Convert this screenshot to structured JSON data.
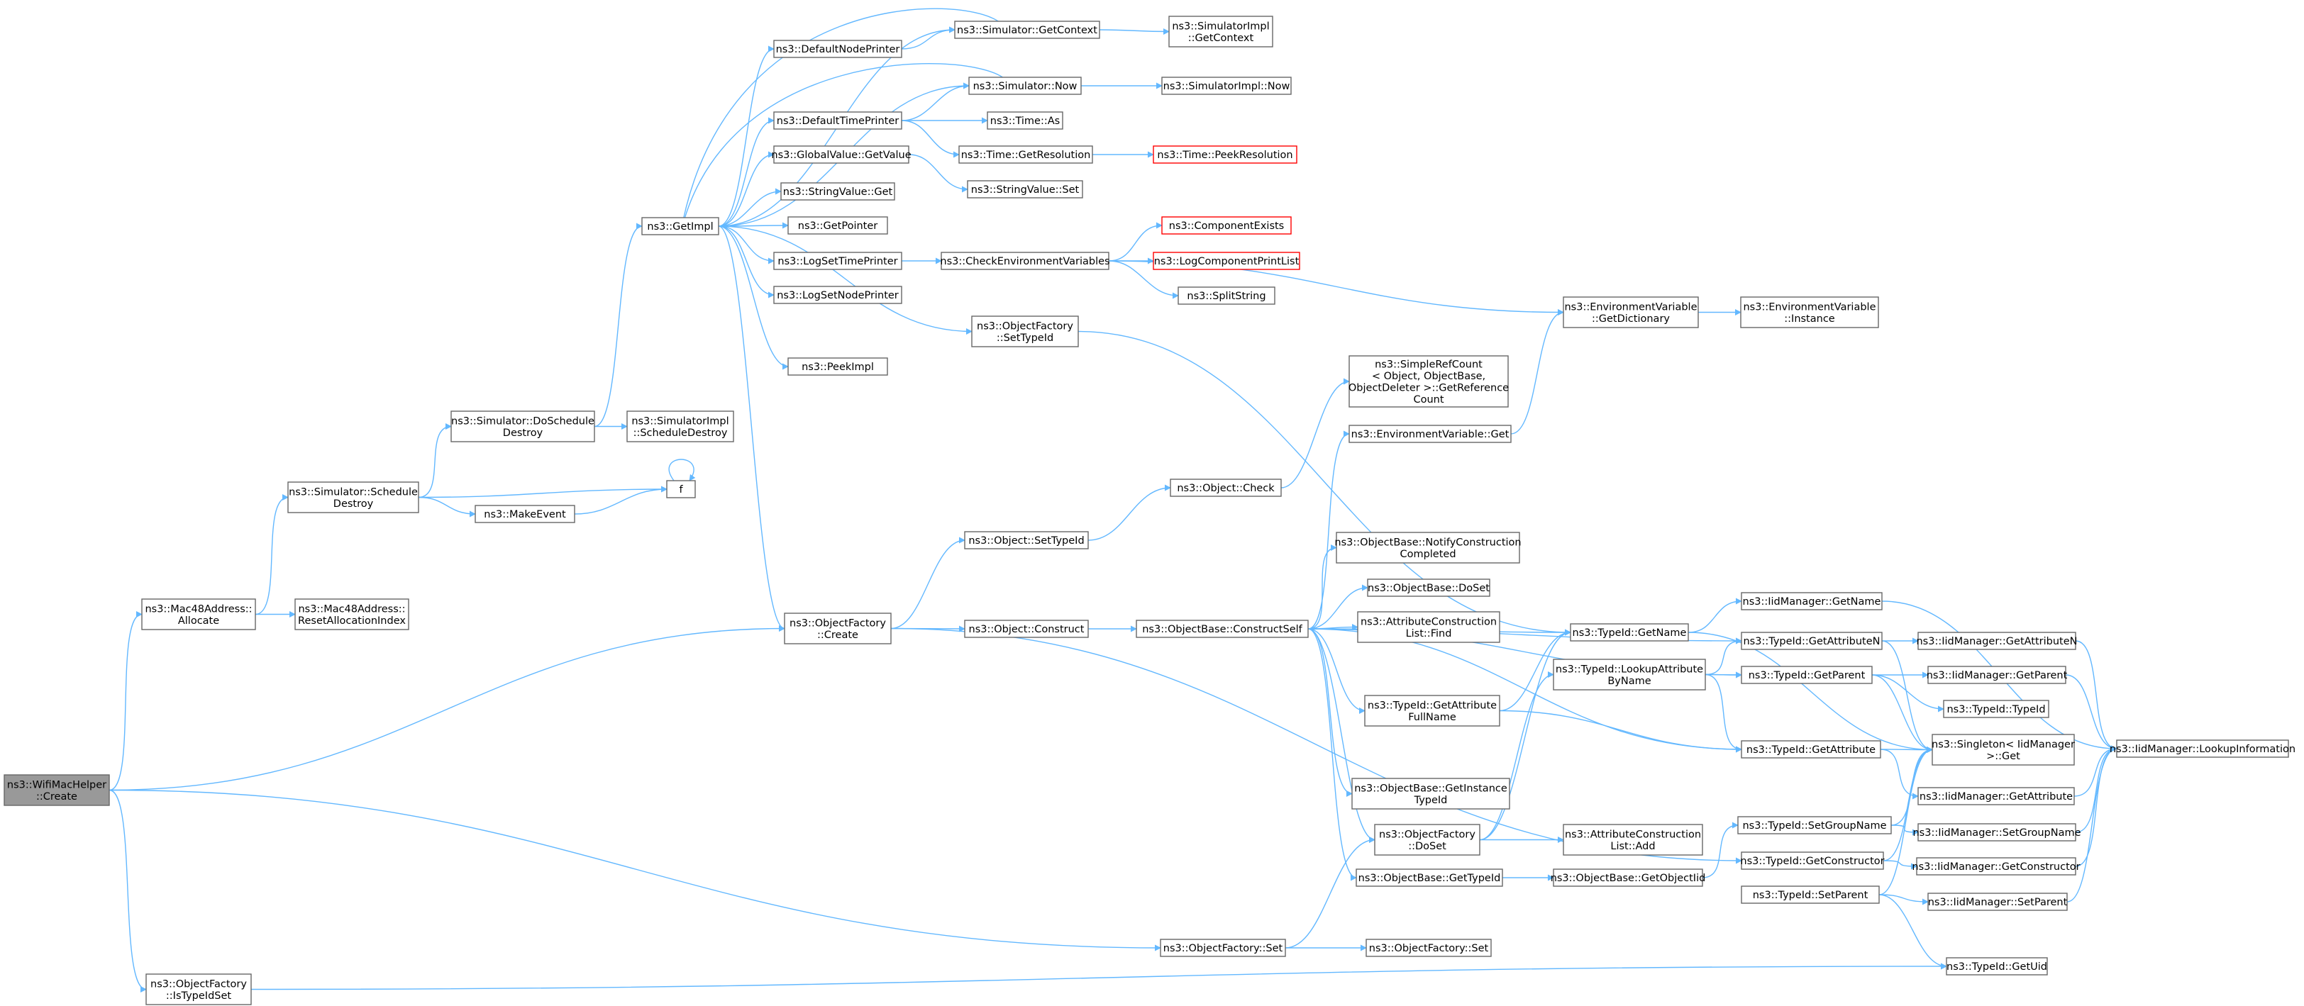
{
  "colors": {
    "edge": "#63b8ff",
    "node_border": "#666666",
    "root_fill": "#999999",
    "missing_border": "#ff0000"
  },
  "nodes": [
    {
      "id": "root",
      "lines": [
        "ns3::WifiMacHelper",
        "::Create"
      ],
      "style": "root"
    },
    {
      "id": "mac_alloc",
      "lines": [
        "ns3::Mac48Address::",
        "Allocate"
      ]
    },
    {
      "id": "mac_reset",
      "lines": [
        "ns3::Mac48Address::",
        "ResetAllocationIndex"
      ]
    },
    {
      "id": "sim_sched",
      "lines": [
        "ns3::Simulator::Schedule",
        "Destroy"
      ]
    },
    {
      "id": "sim_dosched",
      "lines": [
        "ns3::Simulator::DoSchedule",
        "Destroy"
      ]
    },
    {
      "id": "impl_sched",
      "lines": [
        "ns3::SimulatorImpl",
        "::ScheduleDestroy"
      ]
    },
    {
      "id": "makeevent",
      "lines": [
        "ns3::MakeEvent"
      ]
    },
    {
      "id": "f",
      "lines": [
        "f"
      ]
    },
    {
      "id": "getimpl",
      "lines": [
        "ns3::GetImpl"
      ]
    },
    {
      "id": "defnode",
      "lines": [
        "ns3::DefaultNodePrinter"
      ]
    },
    {
      "id": "sim_getctx",
      "lines": [
        "ns3::Simulator::GetContext"
      ]
    },
    {
      "id": "impl_getctx",
      "lines": [
        "ns3::SimulatorImpl",
        "::GetContext"
      ]
    },
    {
      "id": "sim_now",
      "lines": [
        "ns3::Simulator::Now"
      ]
    },
    {
      "id": "impl_now",
      "lines": [
        "ns3::SimulatorImpl::Now"
      ]
    },
    {
      "id": "deftime",
      "lines": [
        "ns3::DefaultTimePrinter"
      ]
    },
    {
      "id": "time_as",
      "lines": [
        "ns3::Time::As"
      ]
    },
    {
      "id": "time_getres",
      "lines": [
        "ns3::Time::GetResolution"
      ]
    },
    {
      "id": "time_peek",
      "lines": [
        "ns3::Time::PeekResolution"
      ],
      "style": "red"
    },
    {
      "id": "gv_get",
      "lines": [
        "ns3::GlobalValue::GetValue"
      ]
    },
    {
      "id": "sv_set",
      "lines": [
        "ns3::StringValue::Set"
      ]
    },
    {
      "id": "sv_get",
      "lines": [
        "ns3::StringValue::Get"
      ]
    },
    {
      "id": "getptr",
      "lines": [
        "ns3::GetPointer"
      ]
    },
    {
      "id": "logtime",
      "lines": [
        "ns3::LogSetTimePrinter"
      ]
    },
    {
      "id": "checkenv",
      "lines": [
        "ns3::CheckEnvironmentVariables"
      ]
    },
    {
      "id": "compexists",
      "lines": [
        "ns3::ComponentExists"
      ],
      "style": "red"
    },
    {
      "id": "logcomp",
      "lines": [
        "ns3::LogComponentPrintList"
      ],
      "style": "red"
    },
    {
      "id": "splitstr",
      "lines": [
        "ns3::SplitString"
      ]
    },
    {
      "id": "lognode",
      "lines": [
        "ns3::LogSetNodePrinter"
      ]
    },
    {
      "id": "of_settid",
      "lines": [
        "ns3::ObjectFactory",
        "::SetTypeId"
      ]
    },
    {
      "id": "peekimpl",
      "lines": [
        "ns3::PeekImpl"
      ]
    },
    {
      "id": "ev_getdict",
      "lines": [
        "ns3::EnvironmentVariable",
        "::GetDictionary"
      ]
    },
    {
      "id": "ev_instance",
      "lines": [
        "ns3::EnvironmentVariable",
        "::Instance"
      ]
    },
    {
      "id": "simplerefcount",
      "lines": [
        "ns3::SimpleRefCount",
        "< Object, ObjectBase,",
        "ObjectDeleter >::GetReference",
        "Count"
      ]
    },
    {
      "id": "ev_get",
      "lines": [
        "ns3::EnvironmentVariable::Get"
      ]
    },
    {
      "id": "obj_check",
      "lines": [
        "ns3::Object::Check"
      ]
    },
    {
      "id": "obj_settid",
      "lines": [
        "ns3::Object::SetTypeId"
      ]
    },
    {
      "id": "of_create",
      "lines": [
        "ns3::ObjectFactory",
        "::Create"
      ]
    },
    {
      "id": "obj_construct",
      "lines": [
        "ns3::Object::Construct"
      ]
    },
    {
      "id": "ob_construct",
      "lines": [
        "ns3::ObjectBase::ConstructSelf"
      ]
    },
    {
      "id": "ob_notify",
      "lines": [
        "ns3::ObjectBase::NotifyConstruction",
        "Completed"
      ]
    },
    {
      "id": "ob_doset",
      "lines": [
        "ns3::ObjectBase::DoSet"
      ]
    },
    {
      "id": "acl_find",
      "lines": [
        "ns3::AttributeConstruction",
        "List::Find"
      ]
    },
    {
      "id": "tid_getname",
      "lines": [
        "ns3::TypeId::GetName"
      ]
    },
    {
      "id": "tid_lookup",
      "lines": [
        "ns3::TypeId::LookupAttribute",
        "ByName"
      ]
    },
    {
      "id": "tid_getattrfull",
      "lines": [
        "ns3::TypeId::GetAttribute",
        "FullName"
      ]
    },
    {
      "id": "ob_getinst",
      "lines": [
        "ns3::ObjectBase::GetInstance",
        "TypeId"
      ]
    },
    {
      "id": "of_doset",
      "lines": [
        "ns3::ObjectFactory",
        "::DoSet"
      ]
    },
    {
      "id": "ob_gettid",
      "lines": [
        "ns3::ObjectBase::GetTypeId"
      ]
    },
    {
      "id": "acl_add",
      "lines": [
        "ns3::AttributeConstruction",
        "List::Add"
      ]
    },
    {
      "id": "ob_getoid",
      "lines": [
        "ns3::ObjectBase::GetObjectIid"
      ]
    },
    {
      "id": "of_set1",
      "lines": [
        "ns3::ObjectFactory::Set"
      ]
    },
    {
      "id": "of_set2",
      "lines": [
        "ns3::ObjectFactory::Set"
      ]
    },
    {
      "id": "of_istidset",
      "lines": [
        "ns3::ObjectFactory",
        "::IsTypeIdSet"
      ]
    },
    {
      "id": "iid_getname",
      "lines": [
        "ns3::IidManager::GetName"
      ]
    },
    {
      "id": "tid_getattrn",
      "lines": [
        "ns3::TypeId::GetAttributeN"
      ]
    },
    {
      "id": "iid_getattrn",
      "lines": [
        "ns3::IidManager::GetAttributeN"
      ]
    },
    {
      "id": "tid_getparent",
      "lines": [
        "ns3::TypeId::GetParent"
      ]
    },
    {
      "id": "iid_getparent",
      "lines": [
        "ns3::IidManager::GetParent"
      ]
    },
    {
      "id": "tid_typeid",
      "lines": [
        "ns3::TypeId::TypeId"
      ]
    },
    {
      "id": "tid_getattr",
      "lines": [
        "ns3::TypeId::GetAttribute"
      ]
    },
    {
      "id": "singleton",
      "lines": [
        "ns3::Singleton< IidManager",
        ">::Get"
      ]
    },
    {
      "id": "iid_lookup",
      "lines": [
        "ns3::IidManager::LookupInformation"
      ]
    },
    {
      "id": "iid_getattr",
      "lines": [
        "ns3::IidManager::GetAttribute"
      ]
    },
    {
      "id": "tid_setgroup",
      "lines": [
        "ns3::TypeId::SetGroupName"
      ]
    },
    {
      "id": "iid_setgroup",
      "lines": [
        "ns3::IidManager::SetGroupName"
      ]
    },
    {
      "id": "tid_getctor",
      "lines": [
        "ns3::TypeId::GetConstructor"
      ]
    },
    {
      "id": "iid_getctor",
      "lines": [
        "ns3::IidManager::GetConstructor"
      ]
    },
    {
      "id": "tid_setparent",
      "lines": [
        "ns3::TypeId::SetParent"
      ]
    },
    {
      "id": "iid_setparent",
      "lines": [
        "ns3::IidManager::SetParent"
      ]
    },
    {
      "id": "tid_getuid",
      "lines": [
        "ns3::TypeId::GetUid"
      ]
    }
  ],
  "edges": [
    [
      "root",
      "mac_alloc"
    ],
    [
      "root",
      "of_create"
    ],
    [
      "root",
      "of_set1"
    ],
    [
      "root",
      "of_istidset"
    ],
    [
      "mac_alloc",
      "mac_reset"
    ],
    [
      "mac_alloc",
      "sim_sched"
    ],
    [
      "sim_sched",
      "sim_dosched"
    ],
    [
      "sim_sched",
      "makeevent"
    ],
    [
      "sim_sched",
      "f"
    ],
    [
      "sim_dosched",
      "getimpl"
    ],
    [
      "sim_dosched",
      "impl_sched"
    ],
    [
      "makeevent",
      "f"
    ],
    [
      "f",
      "f"
    ],
    [
      "getimpl",
      "defnode"
    ],
    [
      "getimpl",
      "sim_getctx"
    ],
    [
      "getimpl",
      "sim_now"
    ],
    [
      "getimpl",
      "deftime"
    ],
    [
      "getimpl",
      "gv_get"
    ],
    [
      "getimpl",
      "sv_get"
    ],
    [
      "getimpl",
      "getptr"
    ],
    [
      "getimpl",
      "logtime"
    ],
    [
      "getimpl",
      "lognode"
    ],
    [
      "getimpl",
      "of_settid"
    ],
    [
      "getimpl",
      "peekimpl"
    ],
    [
      "getimpl",
      "of_create"
    ],
    [
      "defnode",
      "sim_getctx"
    ],
    [
      "sim_getctx",
      "impl_getctx"
    ],
    [
      "sim_getctx",
      "getimpl"
    ],
    [
      "sim_now",
      "impl_now"
    ],
    [
      "sim_now",
      "getimpl"
    ],
    [
      "deftime",
      "sim_now"
    ],
    [
      "deftime",
      "time_as"
    ],
    [
      "deftime",
      "time_getres"
    ],
    [
      "time_getres",
      "time_peek"
    ],
    [
      "gv_get",
      "sv_set"
    ],
    [
      "logtime",
      "checkenv"
    ],
    [
      "checkenv",
      "compexists"
    ],
    [
      "checkenv",
      "logcomp"
    ],
    [
      "checkenv",
      "splitstr"
    ],
    [
      "checkenv",
      "ev_getdict"
    ],
    [
      "ev_getdict",
      "ev_instance"
    ],
    [
      "of_settid",
      "tid_getname"
    ],
    [
      "of_create",
      "obj_settid"
    ],
    [
      "of_create",
      "obj_construct"
    ],
    [
      "of_create",
      "tid_getctor"
    ],
    [
      "obj_settid",
      "obj_check"
    ],
    [
      "obj_check",
      "simplerefcount"
    ],
    [
      "obj_construct",
      "ob_construct"
    ],
    [
      "ob_construct",
      "ev_get"
    ],
    [
      "ob_construct",
      "ob_notify"
    ],
    [
      "ob_construct",
      "ob_doset"
    ],
    [
      "ob_construct",
      "acl_find"
    ],
    [
      "ob_construct",
      "tid_getname"
    ],
    [
      "ob_construct",
      "tid_getattrfull"
    ],
    [
      "ob_construct",
      "ob_getinst"
    ],
    [
      "ob_construct",
      "of_doset"
    ],
    [
      "ob_construct",
      "ob_gettid"
    ],
    [
      "ob_construct",
      "tid_getattrn"
    ],
    [
      "ob_construct",
      "tid_getparent"
    ],
    [
      "ob_construct",
      "tid_getattr"
    ],
    [
      "ev_get",
      "ev_getdict"
    ],
    [
      "tid_getname",
      "iid_getname"
    ],
    [
      "tid_getname",
      "singleton"
    ],
    [
      "tid_lookup",
      "tid_getattrn"
    ],
    [
      "tid_lookup",
      "tid_getparent"
    ],
    [
      "tid_lookup",
      "tid_getattr"
    ],
    [
      "tid_getattrfull",
      "tid_getname"
    ],
    [
      "tid_getattrfull",
      "tid_getattr"
    ],
    [
      "of_doset",
      "tid_lookup"
    ],
    [
      "of_doset",
      "acl_add"
    ],
    [
      "of_doset",
      "tid_getname"
    ],
    [
      "ob_gettid",
      "ob_getoid"
    ],
    [
      "ob_getoid",
      "tid_setgroup"
    ],
    [
      "of_set1",
      "of_doset"
    ],
    [
      "of_set1",
      "of_set2"
    ],
    [
      "of_istidset",
      "tid_getuid"
    ],
    [
      "iid_getname",
      "iid_lookup"
    ],
    [
      "tid_getattrn",
      "iid_getattrn"
    ],
    [
      "tid_getattrn",
      "singleton"
    ],
    [
      "iid_getattrn",
      "iid_lookup"
    ],
    [
      "tid_getparent",
      "iid_getparent"
    ],
    [
      "tid_getparent",
      "tid_typeid"
    ],
    [
      "tid_getparent",
      "singleton"
    ],
    [
      "iid_getparent",
      "iid_lookup"
    ],
    [
      "tid_getattr",
      "iid_getattr"
    ],
    [
      "tid_getattr",
      "singleton"
    ],
    [
      "iid_getattr",
      "iid_lookup"
    ],
    [
      "tid_setgroup",
      "iid_setgroup"
    ],
    [
      "tid_setgroup",
      "singleton"
    ],
    [
      "iid_setgroup",
      "iid_lookup"
    ],
    [
      "tid_getctor",
      "iid_getctor"
    ],
    [
      "tid_getctor",
      "singleton"
    ],
    [
      "iid_getctor",
      "iid_lookup"
    ],
    [
      "tid_setparent",
      "iid_setparent"
    ],
    [
      "tid_setparent",
      "tid_getuid"
    ],
    [
      "tid_setparent",
      "singleton"
    ],
    [
      "iid_setparent",
      "iid_lookup"
    ]
  ]
}
